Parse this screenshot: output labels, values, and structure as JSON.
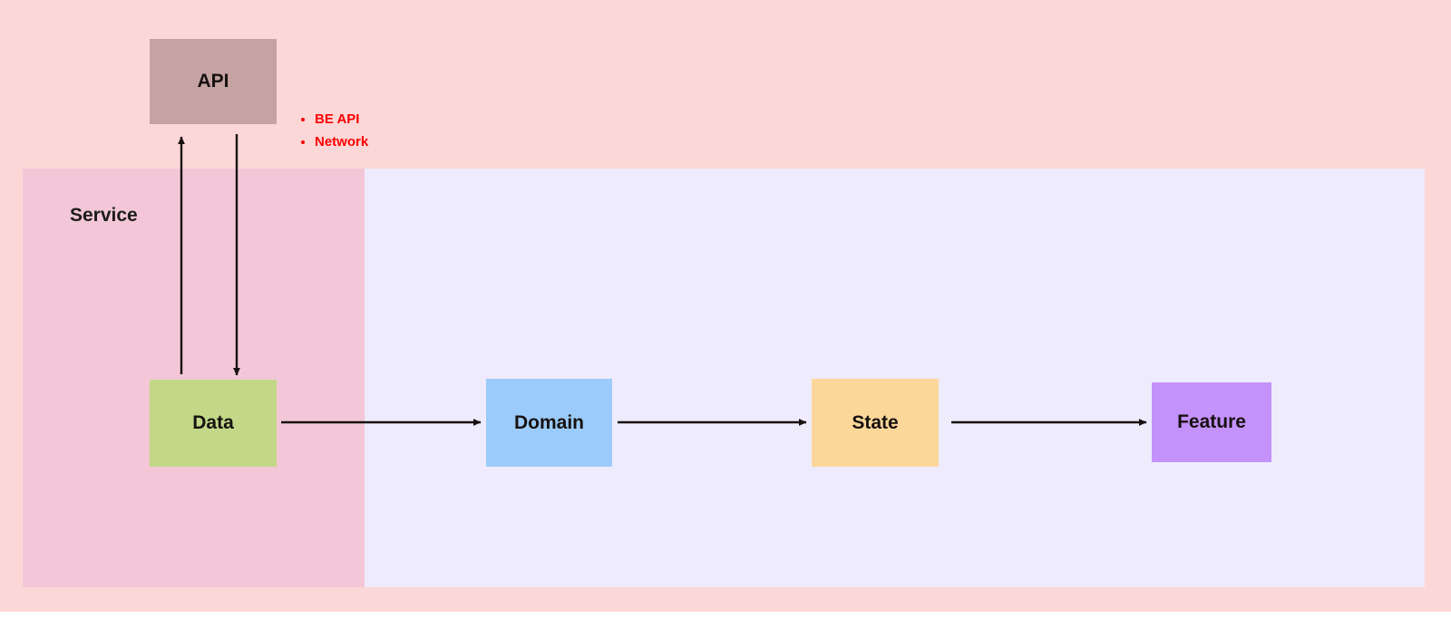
{
  "diagram": {
    "type": "architecture-layer-flow",
    "panels": [
      {
        "id": "network",
        "label": "",
        "color": "#fcd7d7"
      },
      {
        "id": "service",
        "label": "Service",
        "color": "#f3c7d8"
      },
      {
        "id": "app",
        "label": "",
        "color": "#eeebfc"
      }
    ],
    "nodes": [
      {
        "id": "api",
        "label": "API",
        "color": "#c5a3a3",
        "panel": "network"
      },
      {
        "id": "data",
        "label": "Data",
        "color": "#c2d888",
        "panel": "service"
      },
      {
        "id": "domain",
        "label": "Domain",
        "color": "#9bcbfa",
        "panel": "app"
      },
      {
        "id": "state",
        "label": "State",
        "color": "#fcd79a",
        "panel": "app"
      },
      {
        "id": "feature",
        "label": "Feature",
        "color": "#c492fb",
        "panel": "app"
      }
    ],
    "edges": [
      {
        "from": "data",
        "to": "api",
        "direction": "up"
      },
      {
        "from": "api",
        "to": "data",
        "direction": "down"
      },
      {
        "from": "data",
        "to": "domain",
        "direction": "right"
      },
      {
        "from": "domain",
        "to": "state",
        "direction": "right"
      },
      {
        "from": "state",
        "to": "feature",
        "direction": "right"
      }
    ],
    "notes": {
      "color": "#fc0000",
      "items": [
        "BE API",
        "Network"
      ]
    }
  }
}
